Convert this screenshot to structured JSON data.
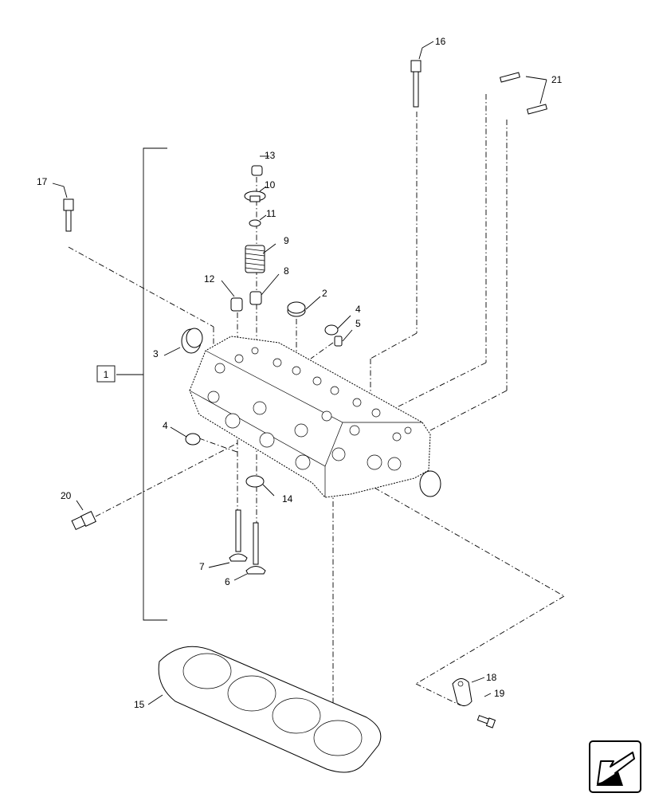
{
  "callouts": [
    {
      "id": "c1",
      "text": "1"
    },
    {
      "id": "c2",
      "text": "2"
    },
    {
      "id": "c3",
      "text": "3"
    },
    {
      "id": "c4a",
      "text": "4"
    },
    {
      "id": "c4b",
      "text": "4"
    },
    {
      "id": "c5",
      "text": "5"
    },
    {
      "id": "c6",
      "text": "6"
    },
    {
      "id": "c7",
      "text": "7"
    },
    {
      "id": "c8",
      "text": "8"
    },
    {
      "id": "c9",
      "text": "9"
    },
    {
      "id": "c10",
      "text": "10"
    },
    {
      "id": "c11",
      "text": "11"
    },
    {
      "id": "c12",
      "text": "12"
    },
    {
      "id": "c13",
      "text": "13"
    },
    {
      "id": "c14",
      "text": "14"
    },
    {
      "id": "c15",
      "text": "15"
    },
    {
      "id": "c16",
      "text": "16"
    },
    {
      "id": "c17",
      "text": "17"
    },
    {
      "id": "c18",
      "text": "18"
    },
    {
      "id": "c19",
      "text": "19"
    },
    {
      "id": "c20",
      "text": "20"
    },
    {
      "id": "c21",
      "text": "21"
    }
  ],
  "navigation": {
    "icon": "arrow-return-icon"
  }
}
